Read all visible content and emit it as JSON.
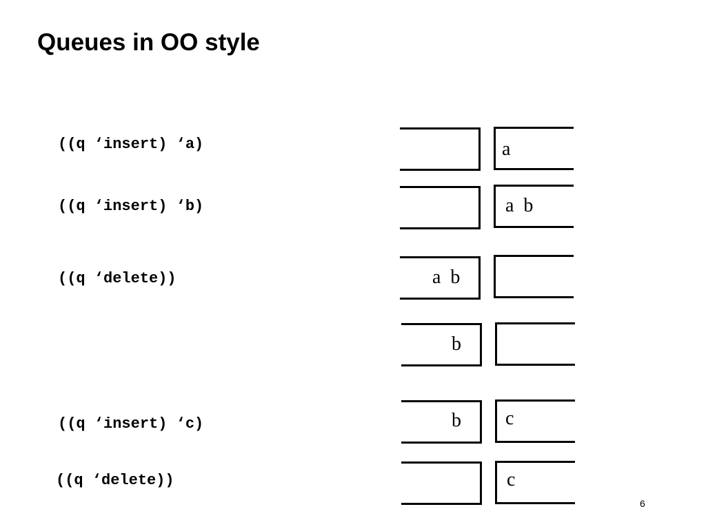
{
  "slide": {
    "title": "Queues in OO style",
    "page_number": "6"
  },
  "rows": [
    {
      "code": "((q ‘insert) ‘a)",
      "left": "",
      "right": "a"
    },
    {
      "code": "((q ‘insert) ‘b)",
      "left": "",
      "right": "a  b"
    },
    {
      "code": "((q ‘delete))",
      "left": "a  b",
      "right": ""
    },
    {
      "code": "",
      "left": "b",
      "right": ""
    },
    {
      "code": "((q ‘insert) ‘c)",
      "left": "b",
      "right": "c"
    },
    {
      "code": "((q ‘delete))",
      "left": "",
      "right": "c"
    }
  ]
}
